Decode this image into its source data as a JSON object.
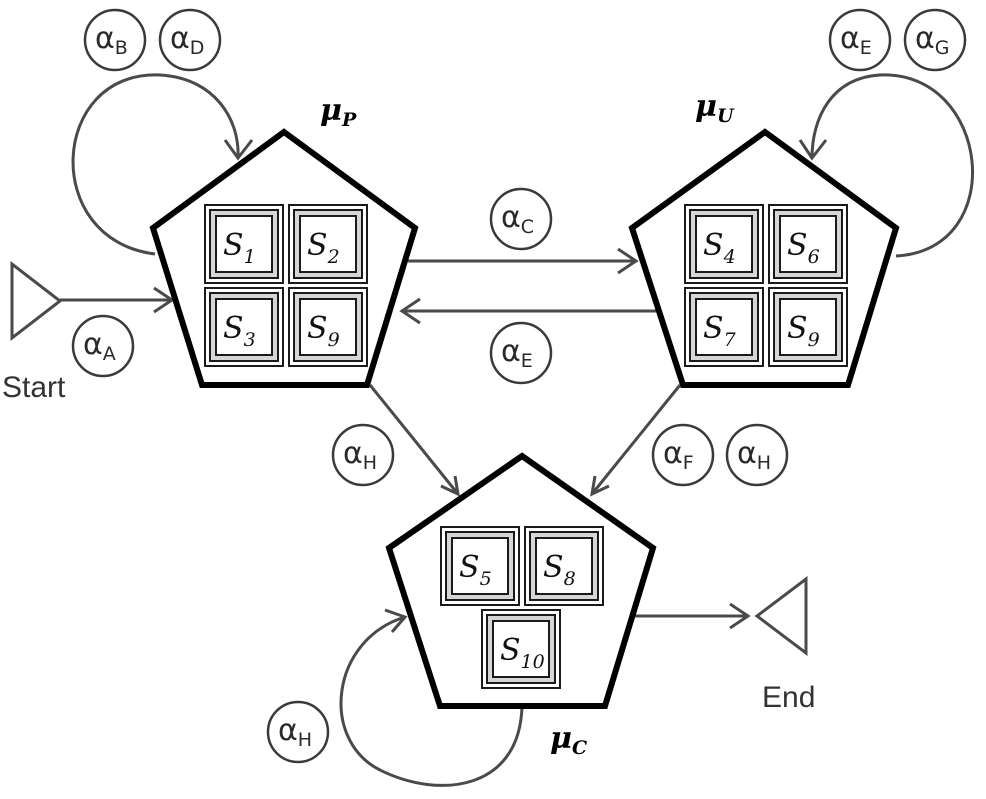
{
  "nodes": {
    "P": {
      "symbol": "μ",
      "subscript": "P",
      "states": [
        {
          "symbol": "S",
          "sub": "1"
        },
        {
          "symbol": "S",
          "sub": "2"
        },
        {
          "symbol": "S",
          "sub": "3"
        },
        {
          "symbol": "S",
          "sub": "9"
        }
      ]
    },
    "U": {
      "symbol": "μ",
      "subscript": "U",
      "states": [
        {
          "symbol": "S",
          "sub": "4"
        },
        {
          "symbol": "S",
          "sub": "6"
        },
        {
          "symbol": "S",
          "sub": "7"
        },
        {
          "symbol": "S",
          "sub": "9"
        }
      ]
    },
    "C": {
      "symbol": "μ",
      "subscript": "C",
      "states": [
        {
          "symbol": "S",
          "sub": "5"
        },
        {
          "symbol": "S",
          "sub": "8"
        },
        {
          "symbol": "S",
          "sub": "10"
        }
      ]
    }
  },
  "terminals": {
    "start": "Start",
    "end": "End"
  },
  "edge_labels": {
    "P_loop": [
      {
        "symbol": "α",
        "sub": "B"
      },
      {
        "symbol": "α",
        "sub": "D"
      }
    ],
    "U_loop": [
      {
        "symbol": "α",
        "sub": "E"
      },
      {
        "symbol": "α",
        "sub": "G"
      }
    ],
    "start_to_P": [
      {
        "symbol": "α",
        "sub": "A"
      }
    ],
    "P_to_U": [
      {
        "symbol": "α",
        "sub": "C"
      }
    ],
    "U_to_P": [
      {
        "symbol": "α",
        "sub": "E"
      }
    ],
    "P_to_C": [
      {
        "symbol": "α",
        "sub": "H"
      }
    ],
    "U_to_C": [
      {
        "symbol": "α",
        "sub": "F"
      },
      {
        "symbol": "α",
        "sub": "H"
      }
    ],
    "C_loop": [
      {
        "symbol": "α",
        "sub": "H"
      }
    ]
  }
}
